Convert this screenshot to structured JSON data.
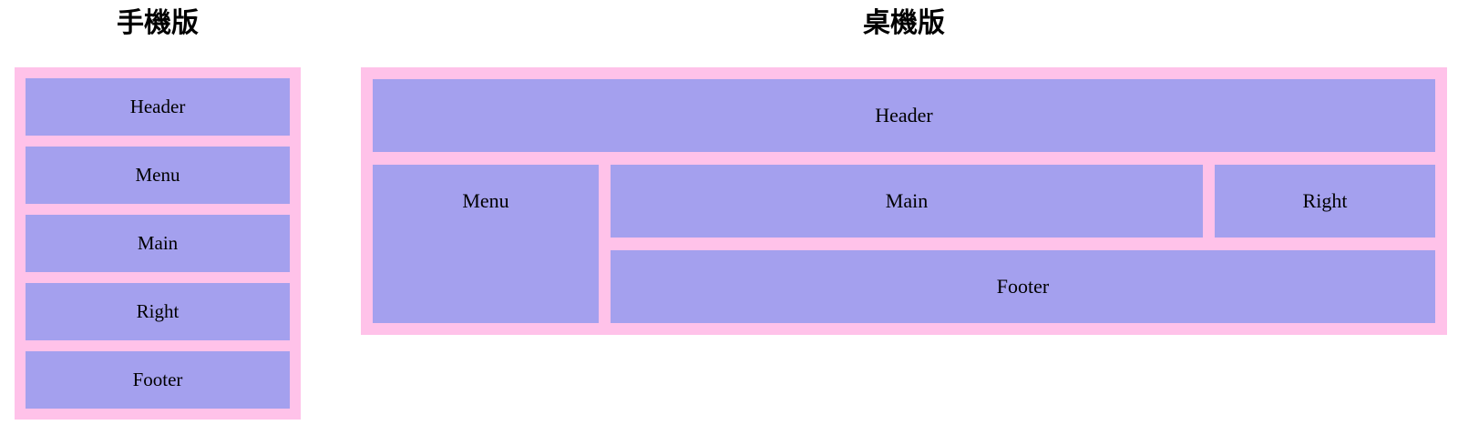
{
  "colors": {
    "container_pink": "#ffc2e9",
    "box_purple": "#a4a0ee",
    "label_text": "#000000"
  },
  "mobile": {
    "title": "手機版",
    "boxes": [
      "Header",
      "Menu",
      "Main",
      "Right",
      "Footer"
    ]
  },
  "desktop": {
    "title": "桌機版",
    "areas": {
      "header": "Header",
      "menu": "Menu",
      "main": "Main",
      "right": "Right",
      "footer": "Footer"
    }
  }
}
